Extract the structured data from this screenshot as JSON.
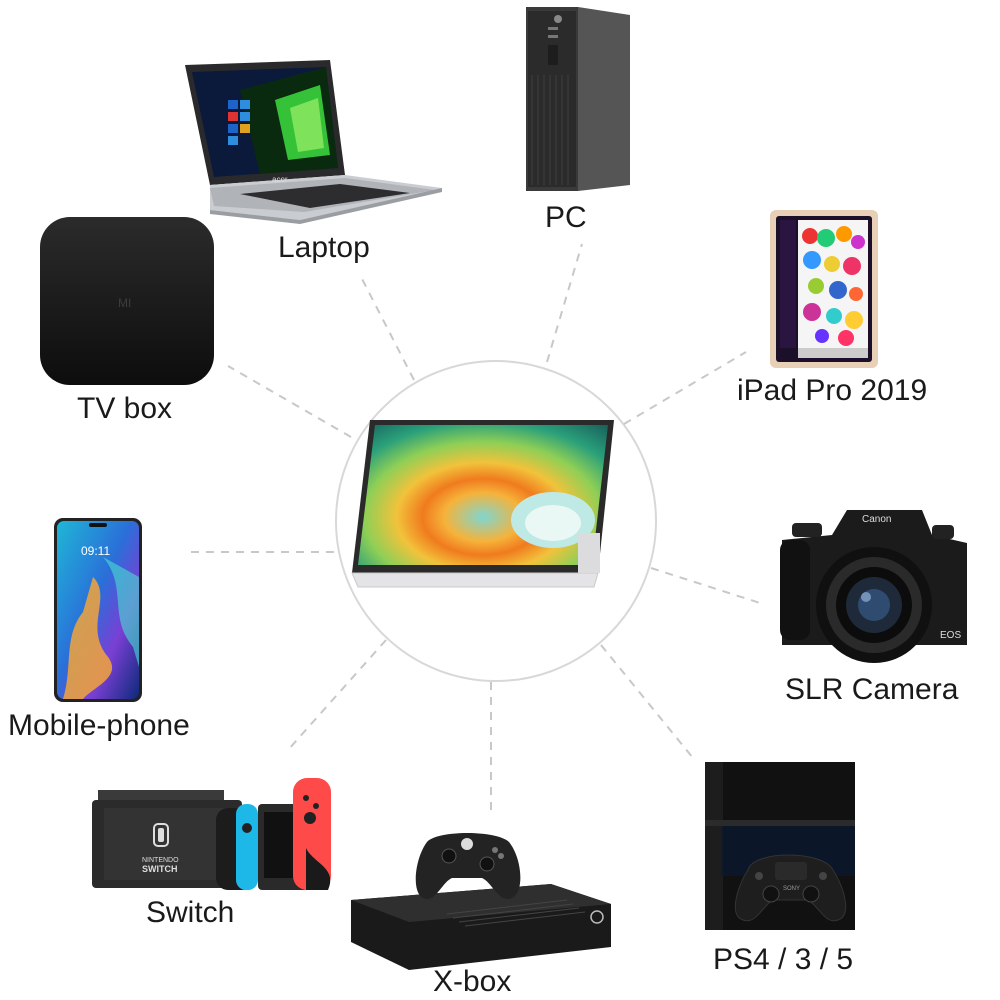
{
  "center": {
    "name": "portable-monitor"
  },
  "devices": {
    "pc": {
      "label": "PC"
    },
    "laptop": {
      "label": "Laptop",
      "brand": "acer"
    },
    "ipad": {
      "label": "iPad Pro 2019"
    },
    "tvbox": {
      "label": "TV box",
      "logo": "MI"
    },
    "camera": {
      "label": "SLR Camera",
      "brand": "Canon",
      "model": "EOS"
    },
    "phone": {
      "label": "Mobile-phone",
      "time": "09:11"
    },
    "switch": {
      "label": "Switch",
      "logo_line1": "NINTENDO",
      "logo_line2": "SWITCH"
    },
    "xbox": {
      "label": "X-box"
    },
    "ps": {
      "label": "PS4 / 3 / 5",
      "brand": "SONY"
    }
  },
  "colors": {
    "line": "#c8c8c8",
    "circle": "#d8d8d8",
    "text": "#1a1a1a"
  }
}
